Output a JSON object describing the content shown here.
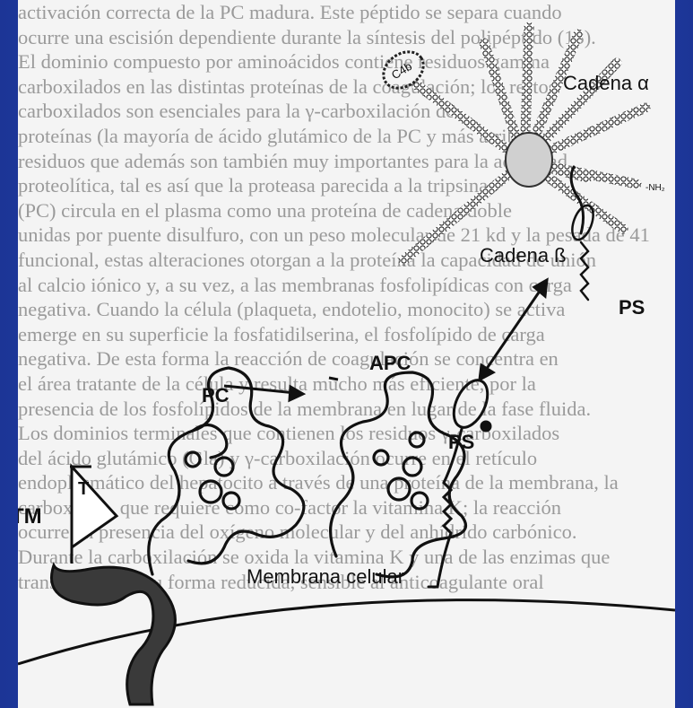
{
  "background_text": [
    "activación correcta de la PC madura. Este péptido se separa cuando",
    "ocurre una escisión dependiente durante la síntesis del polipéptido (13).",
    "El dominio compuesto por aminoácidos contiene residuos gamma",
    "carboxilados en las distintas proteínas de la coagulación; los restos",
    "carboxilados son esenciales para la γ-carboxilación de",
    "proteínas (la mayoría de ácido glutámico de la PC y más arriba),",
    "residuos que además son también muy importantes para la actividad",
    "proteolítica, tal es así que la proteasa parecida a la tripsina",
    "(PC) circula en el plasma como una proteína de cadena doble",
    "unidas por puente disulfuro, con un peso molecular de 21 kd y la pesada de 41",
    "funcional, estas alteraciones otorgan a la proteína la capacidad de unión",
    "al calcio iónico y, a su vez, a las membranas fosfolipídicas con carga",
    "negativa. Cuando la célula (plaqueta, endotelio, monocito) se activa",
    "emerge en su superficie la fosfatidilserina, el fosfolípido de carga",
    "negativa. De esta forma la reacción de coagulación se concentra en",
    "el área tratante de la célula y resulta mucho más eficiente, por la",
    "presencia de los fosfolípidos de la membrana en lugar de la fase fluida.",
    "Los dominios terminales que contienen los residuos γ-carboxilados",
    "del ácido glutámico (Gla) y γ-carboxilación ocurre en el retículo",
    "endoplasmático del hepatocito a través de una proteína de la membrana, la",
    "carboxilasa, que requiere como co-factor la vitamina K; la reacción",
    "ocurre en presencia del oxígeno molecular y del anhídrido carbónico.",
    "Durante la carboxilación se oxida la vitamina K y una de las enzimas que",
    "transforman en su forma reducida, sensible al anticoagulante oral"
  ],
  "labels": {
    "c4b": "C4b",
    "cadena_alpha": "Cadena α",
    "nh2": "-NH₂",
    "cadena_beta": "Cadena ß",
    "ps_top": "PS",
    "ps_bottom": "PS",
    "apc": "APC",
    "pc": "PC",
    "tm": "TM",
    "t": "T",
    "membrana": "Membrana celular"
  },
  "colors": {
    "frame_blue": "#2744b4",
    "panel": "#f4f4f4",
    "ink": "#111111",
    "bg_text": "#9a9a9a"
  }
}
